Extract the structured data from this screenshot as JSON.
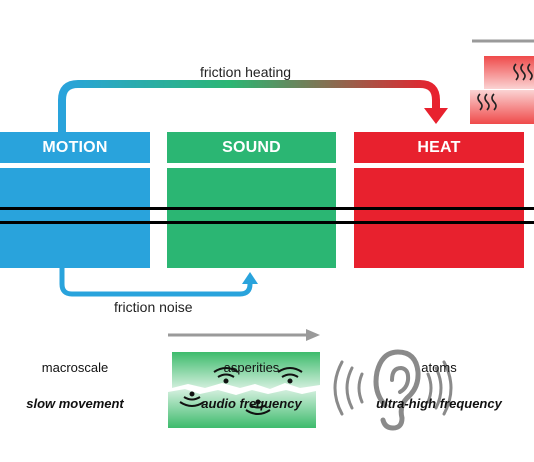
{
  "labels": {
    "top_arrow": "friction heating",
    "bottom_arrow": "friction noise"
  },
  "columns": [
    {
      "title": "MOTION",
      "row1": "macroscale",
      "row2": "slow movement",
      "color": "#29a3dc"
    },
    {
      "title": "SOUND",
      "row1": "asperities",
      "row2": "audio frequency",
      "color": "#2bb673"
    },
    {
      "title": "HEAT",
      "row1": "atoms",
      "row2": "ultra-high frequency",
      "color": "#e8212e"
    }
  ],
  "colors": {
    "blue": "#29a3dc",
    "green": "#2bb673",
    "red": "#e8212e",
    "gray_arrow": "#9a9a9a",
    "line": "#000000"
  },
  "icons": [
    "heat-waves-icon",
    "sound-waves-icon",
    "ear-icon",
    "right-arrow-icon"
  ]
}
